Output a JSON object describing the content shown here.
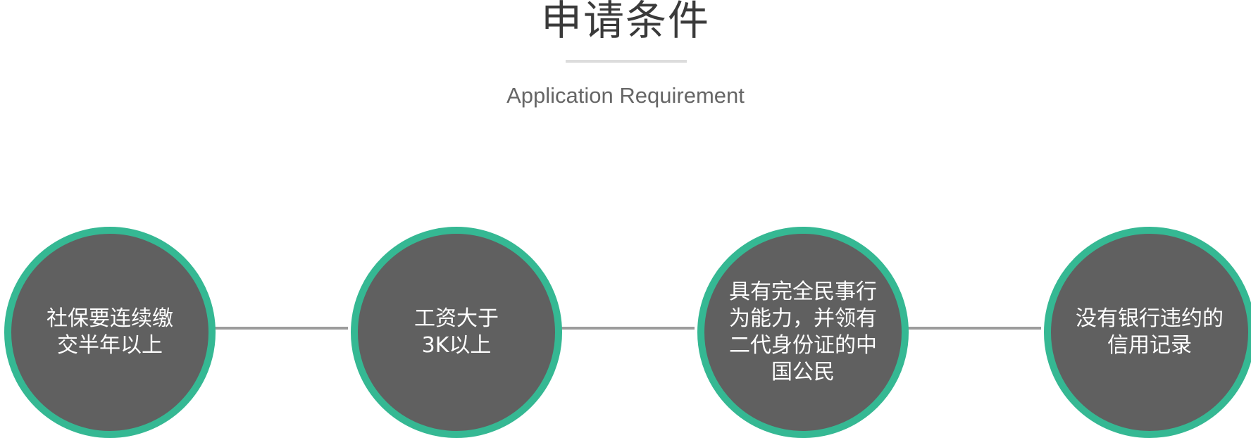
{
  "header": {
    "title": "申请条件",
    "subtitle": "Application Requirement"
  },
  "requirements": [
    {
      "text": "社保要连续缴交半年以上"
    },
    {
      "text": "工资大于3K以上"
    },
    {
      "text": "具有完全民事行为能力，并领有二代身份证的中国公民"
    },
    {
      "text": "没有银行违约的信用记录"
    }
  ],
  "colors": {
    "circle_fill": "#606060",
    "circle_border": "#35b893",
    "connector": "#9c9c9c",
    "text_light": "#ffffff",
    "title": "#3a3a3a",
    "subtitle": "#666666",
    "divider": "#dcdcdc"
  }
}
